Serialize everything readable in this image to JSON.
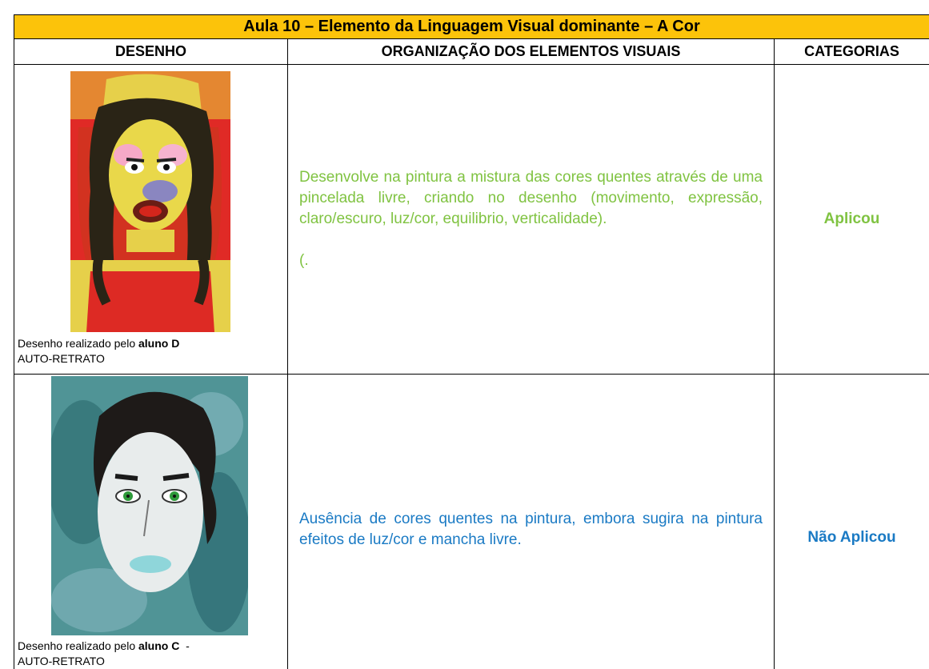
{
  "title": "Aula 10 – Elemento da Linguagem Visual dominante – A Cor",
  "headers": {
    "col1": "DESENHO",
    "col2": "ORGANIZAÇÃO DOS ELEMENTOS VISUAIS",
    "col3": "CATEGORIAS"
  },
  "rows": [
    {
      "caption_prefix": "Desenho realizado pelo ",
      "caption_student": "aluno D",
      "caption_suffix": "",
      "caption_line2": "AUTO-RETRATO",
      "description": "Desenvolve na pintura a mistura das cores quentes através de uma pincelada livre, criando no desenho (movimento, expressão, claro/escuro, luz/cor, equilibrio, verticalidade).",
      "note": "(.",
      "category": "Aplicou",
      "color": "#80c342"
    },
    {
      "caption_prefix": "Desenho realizado pelo ",
      "caption_student": "aluno C",
      "caption_suffix": "  -",
      "caption_line2": "AUTO-RETRATO",
      "description": "Ausência de cores quentes na pintura, embora sugira na pintura efeitos de luz/cor e mancha livre.",
      "note": "",
      "category": "Não Aplicou",
      "color": "#1a7ac4"
    }
  ]
}
